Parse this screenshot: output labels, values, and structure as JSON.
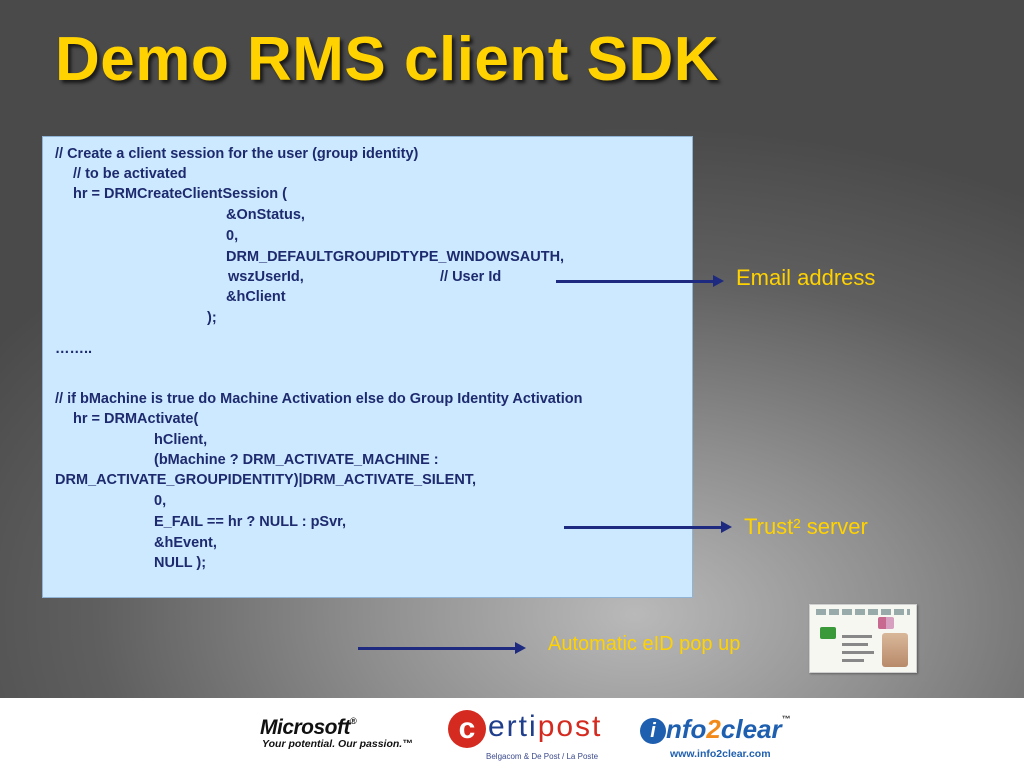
{
  "slide": {
    "title": "Demo RMS client SDK",
    "code_lines": [
      "// Create a client session for the user (group identity)",
      "// to be activated",
      "hr = DRMCreateClientSession (",
      "&OnStatus,",
      "0,",
      "DRM_DEFAULTGROUPIDTYPE_WINDOWSAUTH,",
      "wszUserId,",
      "// User Id",
      "&hClient",
      ");",
      "……..",
      "// if bMachine is true do Machine Activation else do Group Identity Activation",
      "hr = DRMActivate(",
      "hClient,",
      "(bMachine ? DRM_ACTIVATE_MACHINE :",
      "DRM_ACTIVATE_GROUPIDENTITY)|DRM_ACTIVATE_SILENT,",
      "0,",
      "E_FAIL == hr ? NULL : pSvr,",
      "&hEvent,",
      "NULL );"
    ],
    "callouts": {
      "email": "Email address",
      "trust": "Trust² server",
      "eid": "Automatic eID pop up"
    },
    "eid_card_icon": "belgian-eid-card-image"
  },
  "footer": {
    "microsoft": {
      "name": "Microsoft",
      "trademark": "®",
      "tagline": "Your potential. Our passion.™"
    },
    "certipost": {
      "mark": "c",
      "name_blue": "erti",
      "name_red": "post",
      "subtitle": "Belgacom & De Post / La Poste"
    },
    "info2clear": {
      "mark": "i",
      "name_blue": "nfo",
      "name_orange": "2",
      "name_blue2": "clear",
      "trademark": "™",
      "url": "www.info2clear.com"
    }
  },
  "colors": {
    "title": "#ffd200",
    "code_text": "#1e2a6e",
    "code_bg": "#cce9ff",
    "arrow": "#1e2a80",
    "callout_text": "#ffd200"
  }
}
